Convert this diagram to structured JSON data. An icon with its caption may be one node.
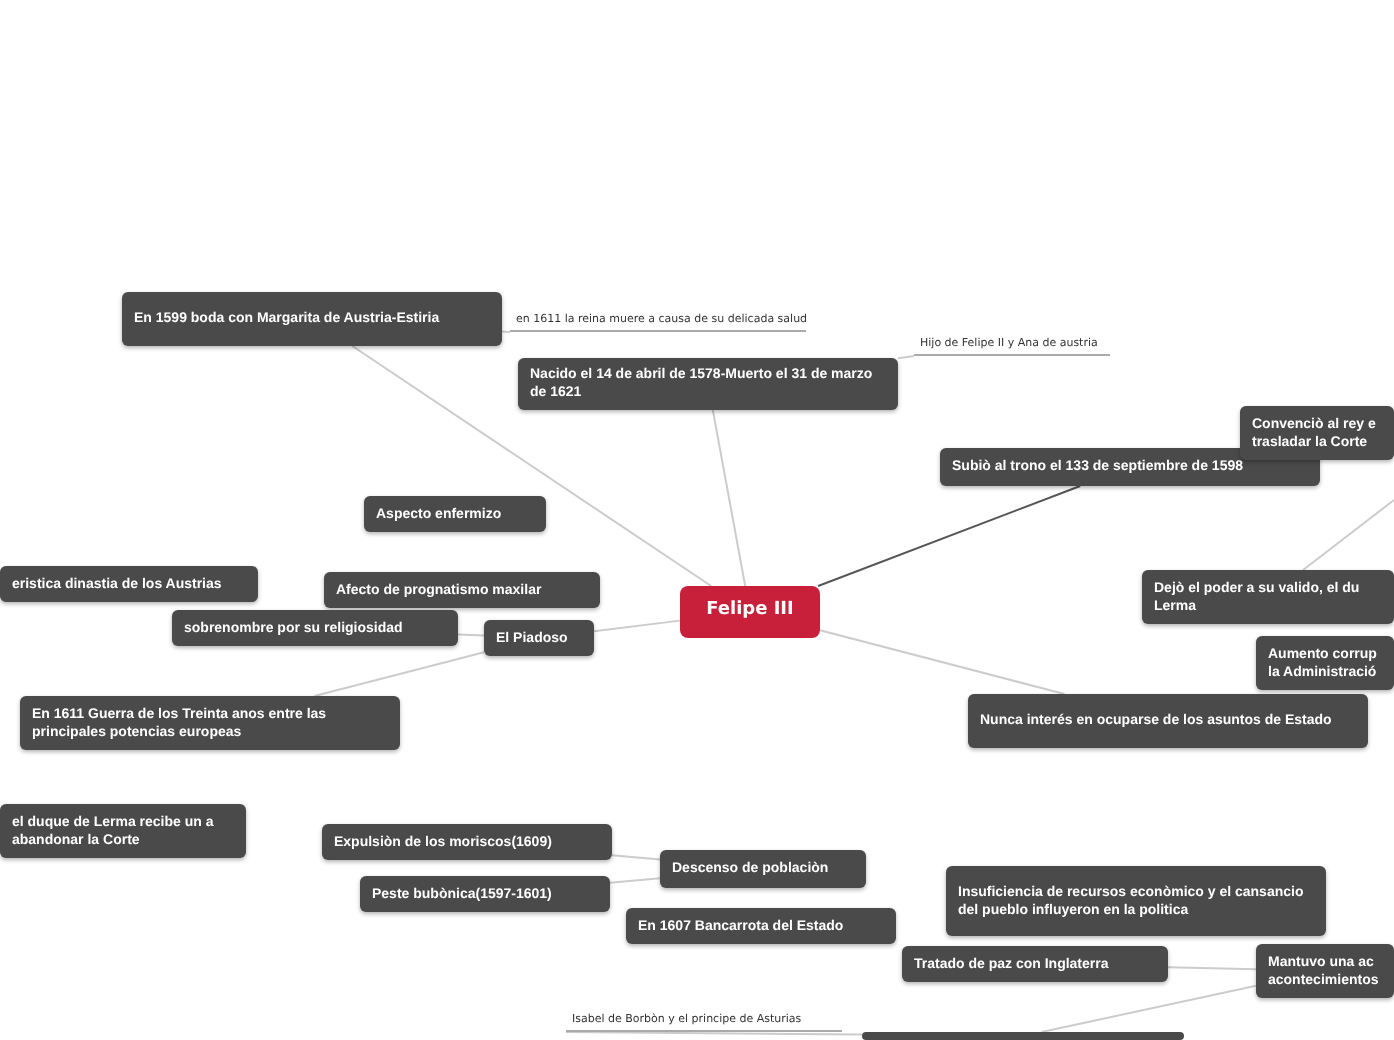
{
  "diagram": {
    "nodes": [
      {
        "text": [
          "Felipe III"
        ]
      },
      {
        "text": [
          "En 1599 boda con Margarita de Austria-Estiria"
        ]
      },
      {
        "text": [
          "en 1611 la reina muere a causa de su delicada salud"
        ]
      },
      {
        "text": [
          "Nacido el 14 de abril de 1578-Muerto el 31 de marzo de 1621"
        ]
      },
      {
        "text": [
          "Hijo de Felipe II y Ana de austria"
        ]
      },
      {
        "text": [
          "Subiò al trono el 133 de septiembre de 1598"
        ]
      },
      {
        "text": [
          "Convenciò al rey e trasladar la Corte"
        ]
      },
      {
        "text": [
          "Aspecto enfermizo"
        ]
      },
      {
        "text": [
          "eristica dinastia de los Austrias"
        ]
      },
      {
        "text": [
          "Afecto de prognatismo maxilar"
        ]
      },
      {
        "text": [
          "sobrenombre por su religiosidad"
        ]
      },
      {
        "text": [
          "El Piadoso"
        ]
      },
      {
        "text": [
          "En 1611 Guerra de los Treinta anos entre las principales potencias europeas"
        ]
      },
      {
        "text": [
          "Dejò el poder a su valido, el du Lerma"
        ]
      },
      {
        "text": [
          "Aumento corrup la Administració"
        ]
      },
      {
        "text": [
          "Nunca interés en ocuparse de los asuntos de Estado"
        ]
      },
      {
        "text": [
          "el duque de Lerma recibe un a abandonar la Corte"
        ]
      },
      {
        "text": [
          "Expulsiòn de los moriscos(1609)"
        ]
      },
      {
        "text": [
          "Peste bubònica(1597-1601)"
        ]
      },
      {
        "text": [
          "Descenso de poblaciòn"
        ]
      },
      {
        "text": [
          "En 1607 Bancarrota del Estado"
        ]
      },
      {
        "text": [
          "Insuficiencia de recursos econòmico y el cansancio del pueblo influyeron en la politica"
        ]
      },
      {
        "text": [
          "Tratado de paz con Inglaterra"
        ]
      },
      {
        "text": [
          "Mantuvo una ac acontecimientos"
        ]
      },
      {
        "text": [
          "Isabel de Borbòn y el principe de Asturias"
        ]
      },
      {
        "text": [],
        "shape": "box"
      }
    ],
    "edges": [
      {
        "from": 0,
        "to": 1,
        "arrow": "none"
      },
      {
        "from": 1,
        "to": 2,
        "arrow": "none"
      },
      {
        "from": 0,
        "to": 3,
        "arrow": "none"
      },
      {
        "from": 3,
        "to": 4,
        "arrow": "none"
      },
      {
        "from": 0,
        "to": 5,
        "arrow": "none",
        "color": "#555555"
      },
      {
        "from": 0,
        "to": 11,
        "arrow": "none"
      },
      {
        "from": 11,
        "to": 10,
        "arrow": "none"
      },
      {
        "from": 11,
        "to": 12,
        "arrow": "none"
      },
      {
        "from": 0,
        "to": 15,
        "arrow": "none"
      },
      {
        "from": 19,
        "to": 17,
        "arrow": "none"
      },
      {
        "from": 19,
        "to": 18,
        "arrow": "none"
      },
      {
        "from": 22,
        "to": 23,
        "arrow": "none"
      },
      {
        "from": 23,
        "to": 25,
        "arrow": "none"
      },
      {
        "from": 25,
        "to": 24,
        "arrow": "none"
      },
      {
        "from": 13,
        "to": null,
        "arrow": "none"
      }
    ]
  }
}
